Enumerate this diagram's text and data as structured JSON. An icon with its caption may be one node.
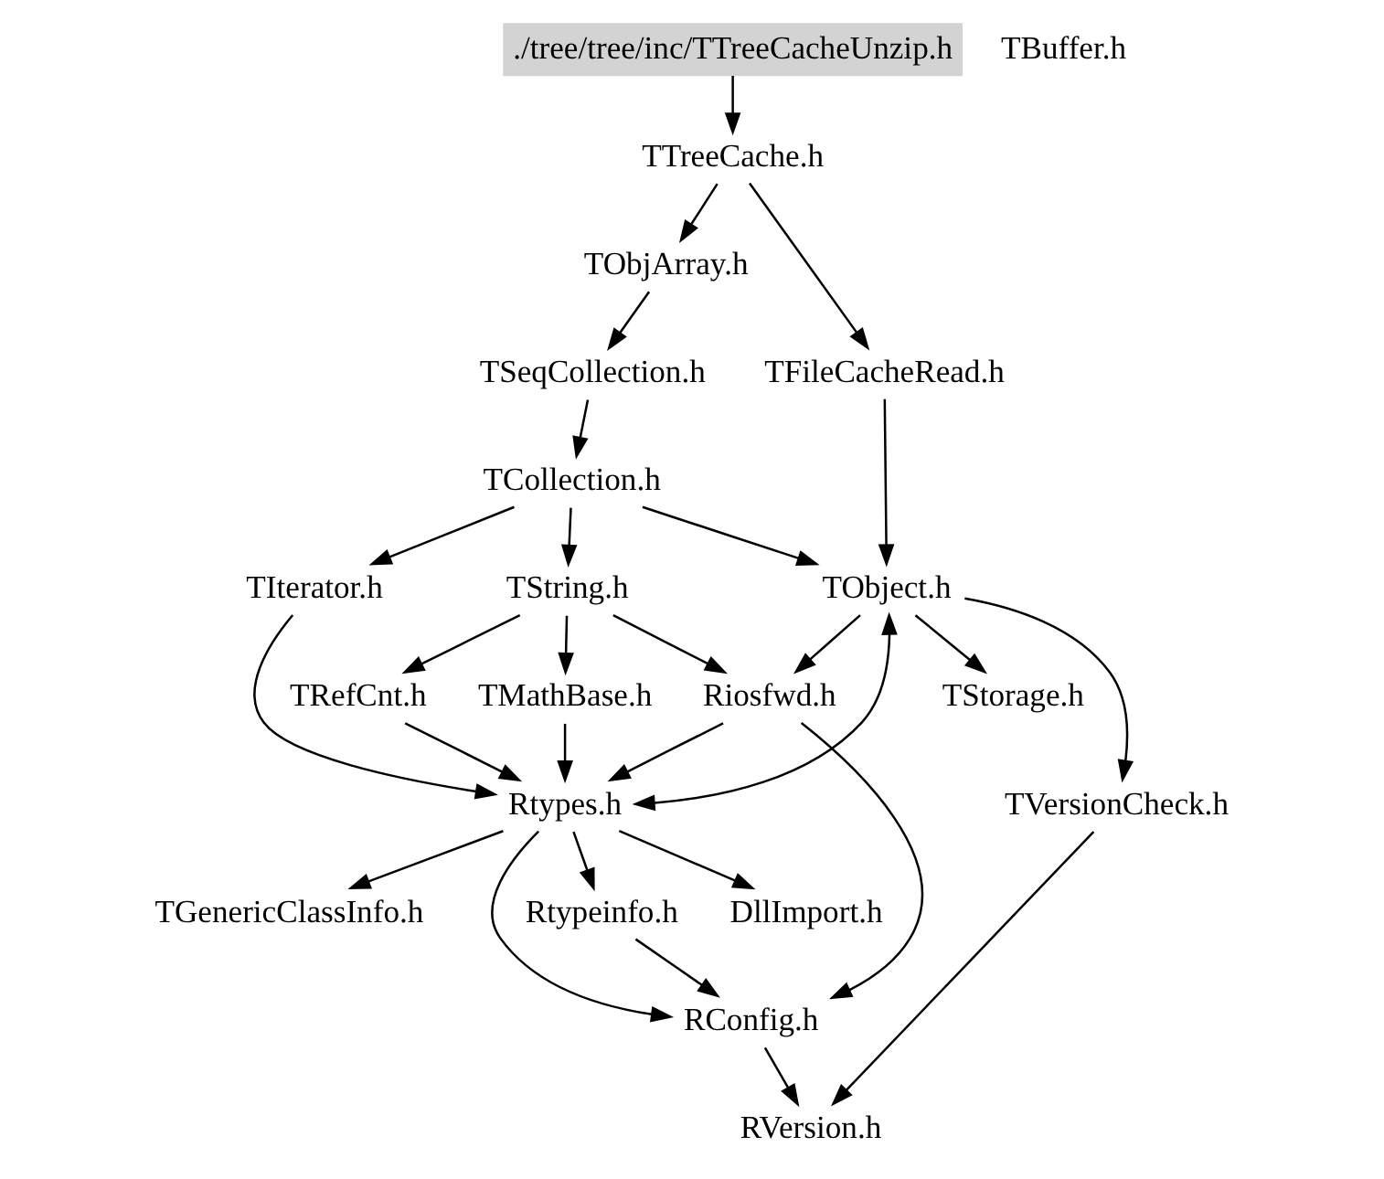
{
  "diagram": {
    "nodes": [
      {
        "text": [
          "./tree/tree/inc/TTreeCacheUnzip.h"
        ]
      },
      {
        "text": [
          "TTreeCache.h"
        ]
      },
      {
        "text": [
          "TObjArray.h"
        ]
      },
      {
        "text": [
          "TFileCacheRead.h"
        ]
      },
      {
        "text": [
          "TSeqCollection.h"
        ]
      },
      {
        "text": [
          "TCollection.h"
        ]
      },
      {
        "text": [
          "TObject.h"
        ]
      },
      {
        "text": [
          "TString.h"
        ]
      },
      {
        "text": [
          "TIterator.h"
        ]
      },
      {
        "text": [
          "TBuffer.h"
        ]
      },
      {
        "text": [
          "TStorage.h"
        ]
      },
      {
        "text": [
          "Riosfwd.h"
        ]
      },
      {
        "text": [
          "TRefCnt.h"
        ]
      },
      {
        "text": [
          "TMathBase.h"
        ]
      },
      {
        "text": [
          "TVersionCheck.h"
        ]
      },
      {
        "text": [
          "Rtypes.h"
        ]
      },
      {
        "text": [
          "DllImport.h"
        ]
      },
      {
        "text": [
          "TGenericClassInfo.h"
        ]
      },
      {
        "text": [
          "Rtypeinfo.h"
        ]
      },
      {
        "text": [
          "RConfig.h"
        ]
      },
      {
        "text": [
          "RVersion.h"
        ]
      }
    ],
    "edges": [
      {
        "from": 0,
        "to": 1,
        "arrow": "to"
      },
      {
        "from": 1,
        "to": 3,
        "arrow": "to"
      },
      {
        "from": 1,
        "to": 2,
        "arrow": "to"
      },
      {
        "from": 2,
        "to": 4,
        "arrow": "to"
      },
      {
        "from": 4,
        "to": 5,
        "arrow": "to"
      },
      {
        "from": 3,
        "to": 6,
        "arrow": "to"
      },
      {
        "from": 5,
        "to": 6,
        "arrow": "to"
      },
      {
        "from": 5,
        "to": 7,
        "arrow": "to"
      },
      {
        "from": 5,
        "to": 8,
        "arrow": "to"
      },
      {
        "from": 6,
        "to": 14,
        "arrow": "to"
      },
      {
        "from": 6,
        "to": 10,
        "arrow": "to"
      },
      {
        "from": 6,
        "to": 11,
        "arrow": "to"
      },
      {
        "from": 6,
        "to": 15,
        "arrow": "both"
      },
      {
        "from": 7,
        "to": 11,
        "arrow": "to"
      },
      {
        "from": 7,
        "to": 12,
        "arrow": "to"
      },
      {
        "from": 7,
        "to": 13,
        "arrow": "to"
      },
      {
        "from": 11,
        "to": 15,
        "arrow": "to"
      },
      {
        "from": 11,
        "to": 19,
        "arrow": "to"
      },
      {
        "from": 12,
        "to": 15,
        "arrow": "to"
      },
      {
        "from": 13,
        "to": 15,
        "arrow": "to"
      },
      {
        "from": 8,
        "to": 15,
        "arrow": "to"
      },
      {
        "from": 15,
        "to": 16,
        "arrow": "to"
      },
      {
        "from": 15,
        "to": 17,
        "arrow": "to"
      },
      {
        "from": 15,
        "to": 18,
        "arrow": "to"
      },
      {
        "from": 15,
        "to": 19,
        "arrow": "to"
      },
      {
        "from": 18,
        "to": 19,
        "arrow": "to"
      },
      {
        "from": 14,
        "to": 20,
        "arrow": "to"
      },
      {
        "from": 19,
        "to": 20,
        "arrow": "to"
      }
    ]
  }
}
